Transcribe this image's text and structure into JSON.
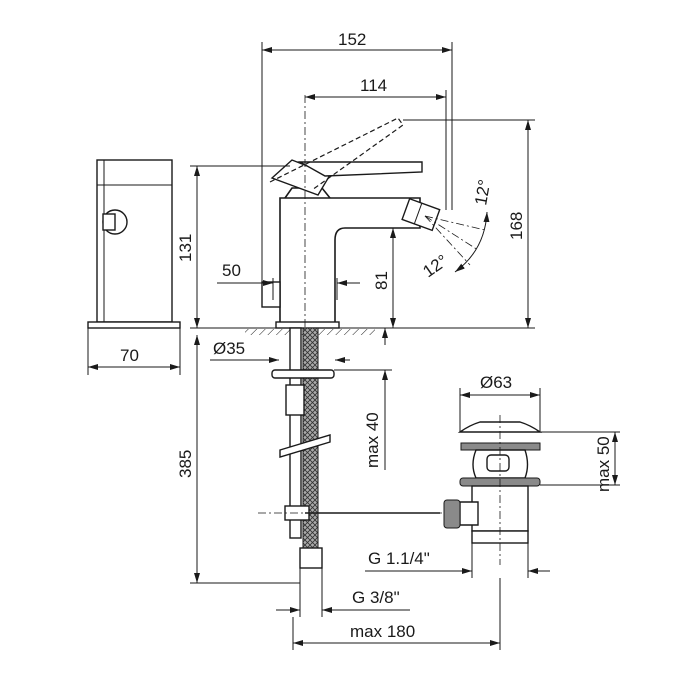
{
  "dimensions": {
    "width_total": "152",
    "width_spout": "114",
    "height_lever": "168",
    "height_body": "131",
    "offset_50": "50",
    "spout_height": "81",
    "angle_up": "12°",
    "angle_down": "12°",
    "side_width": "70",
    "hole_diameter": "Ø35",
    "max_thickness": "max 40",
    "hose_length": "385",
    "waste_diameter": "Ø63",
    "waste_max": "max 50",
    "waste_thread": "G 1.1/4\"",
    "hose_thread": "G 3/8\"",
    "max_distance": "max 180"
  },
  "colors": {
    "line": "#1a1a1a",
    "fill": "#8a8a8a"
  }
}
